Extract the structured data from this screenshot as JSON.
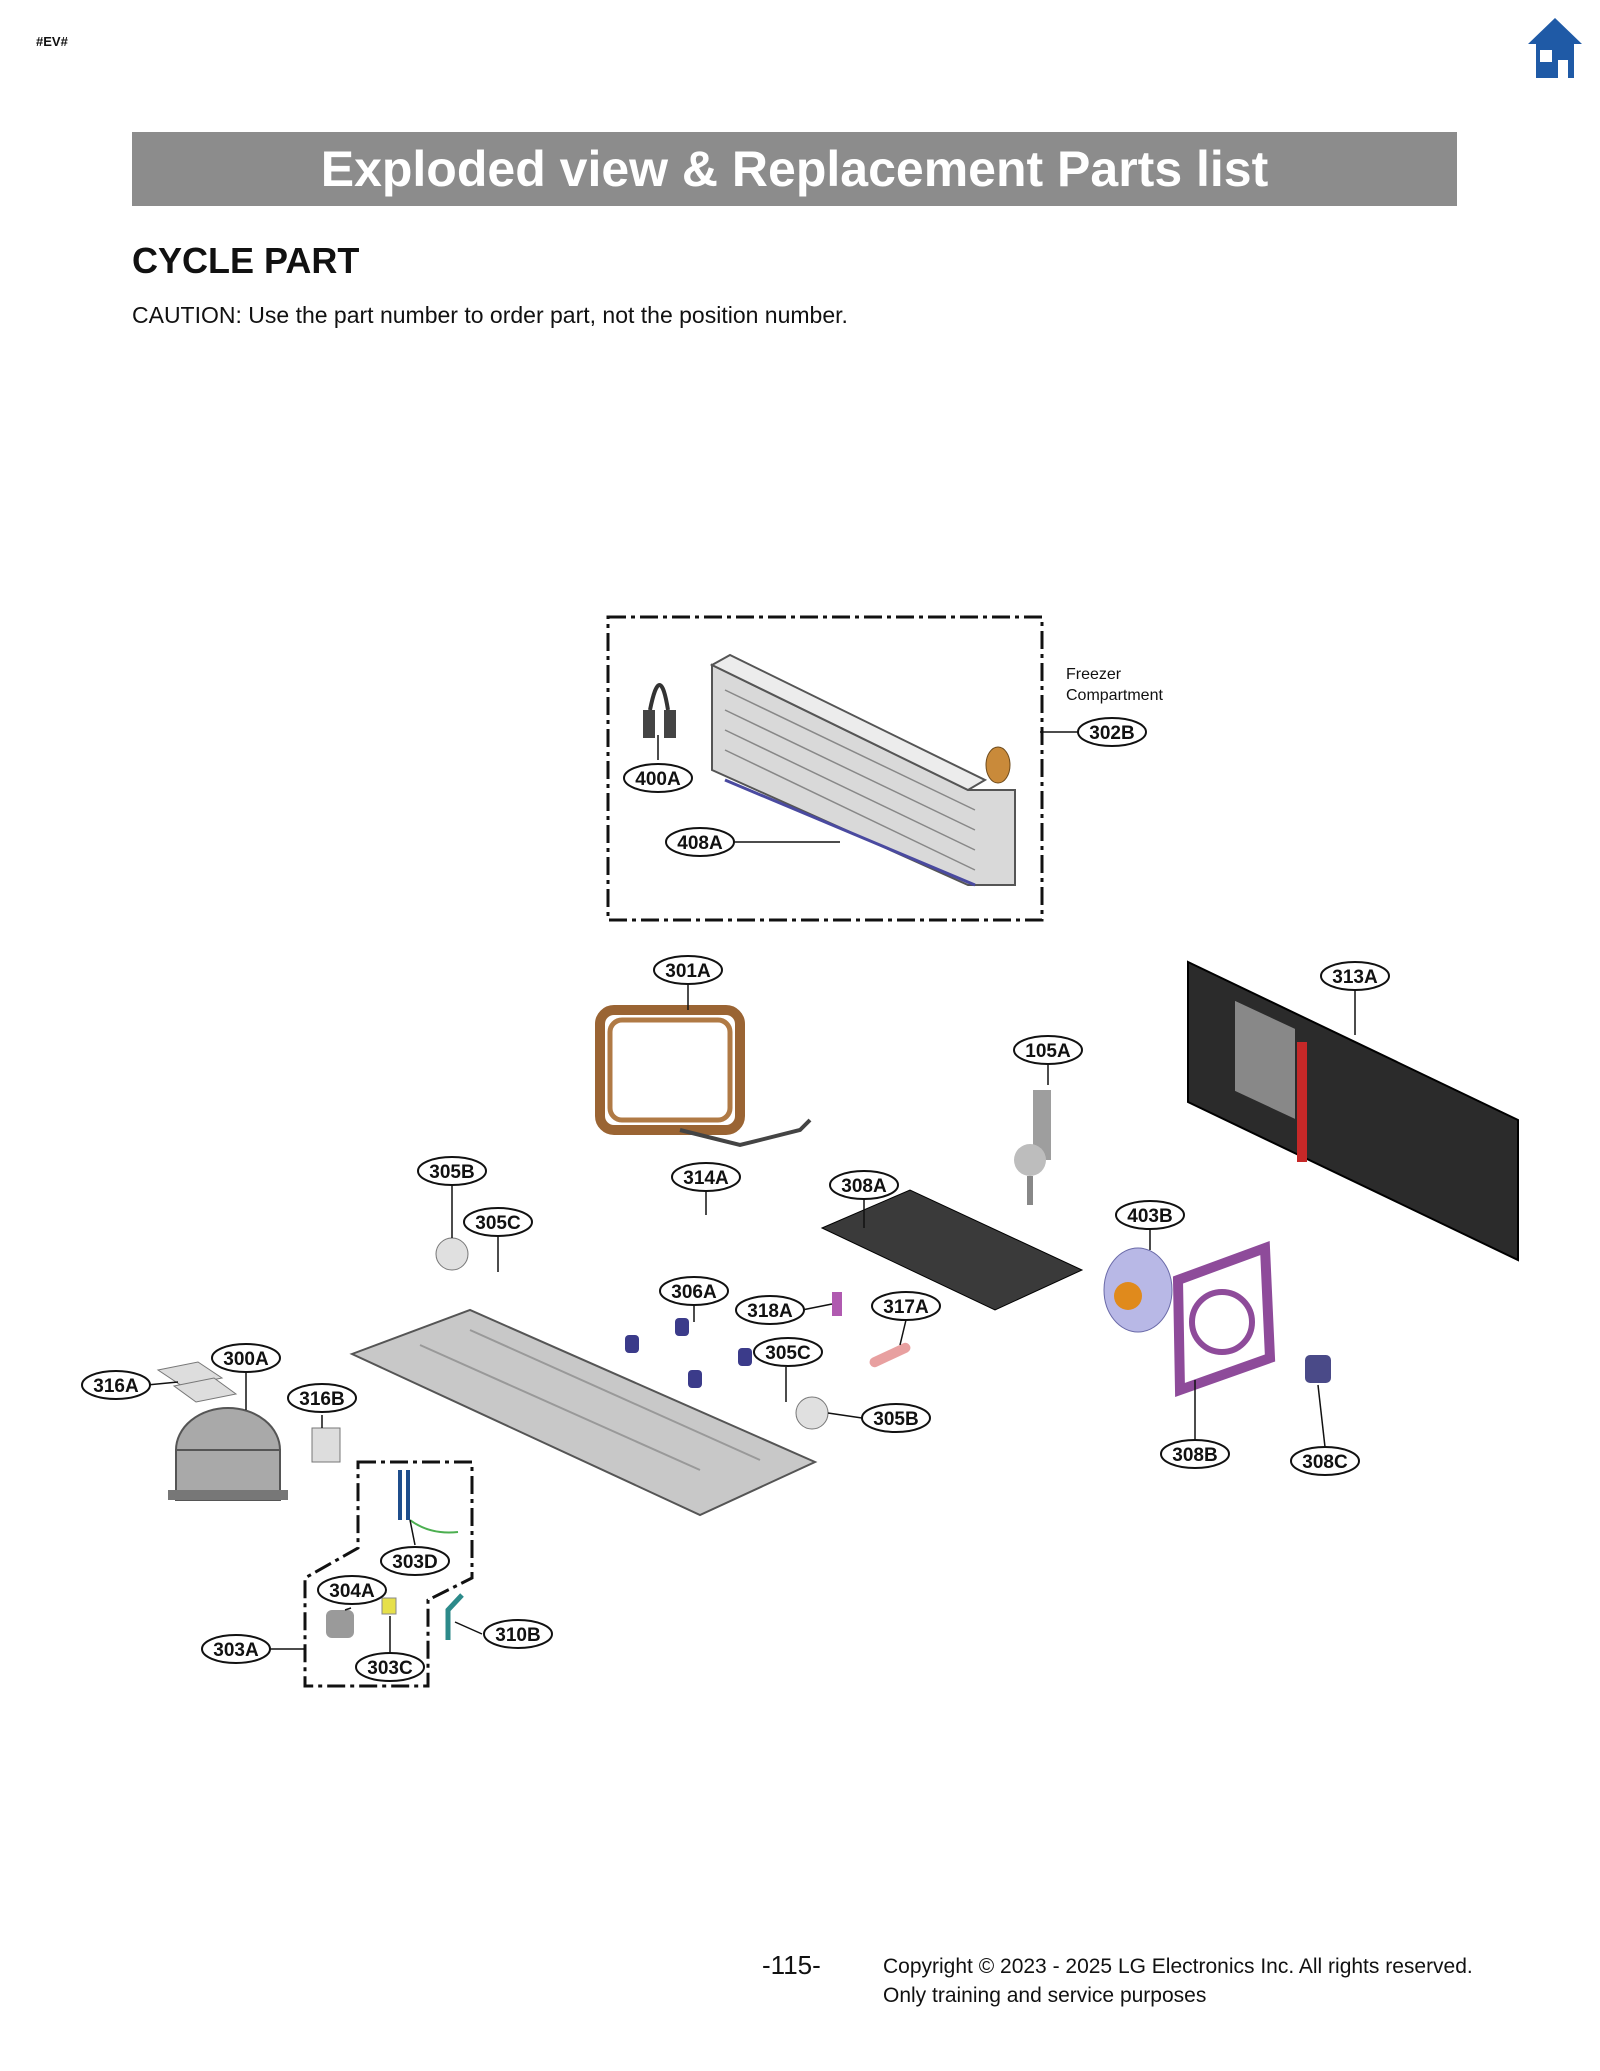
{
  "header": {
    "tag": "#EV#",
    "home_icon": "home-icon"
  },
  "banner": {
    "title": "Exploded view & Replacement Parts list"
  },
  "section": {
    "title": "CYCLE PART",
    "caution": "CAUTION: Use the part number to order part, not the position number."
  },
  "diagram": {
    "freezer_note_line1": "Freezer",
    "freezer_note_line2": "Compartment",
    "callouts": {
      "p400A": "400A",
      "p408A": "408A",
      "p302B": "302B",
      "p301A": "301A",
      "p313A": "313A",
      "p105A": "105A",
      "p305B_top": "305B",
      "p305C_top": "305C",
      "p314A": "314A",
      "p308A": "308A",
      "p403B": "403B",
      "p306A": "306A",
      "p318A": "318A",
      "p317A": "317A",
      "p305C_bottom": "305C",
      "p305B_bottom": "305B",
      "p300A": "300A",
      "p316A": "316A",
      "p316B": "316B",
      "p303D": "303D",
      "p304A": "304A",
      "p303A": "303A",
      "p303C": "303C",
      "p310B": "310B",
      "p308B": "308B",
      "p308C": "308C"
    }
  },
  "footer": {
    "page_number": "-115-",
    "copyright_line1": "Copyright © 2023 - 2025 LG Electronics Inc. All rights reserved.",
    "copyright_line2": "Only training and service purposes"
  }
}
